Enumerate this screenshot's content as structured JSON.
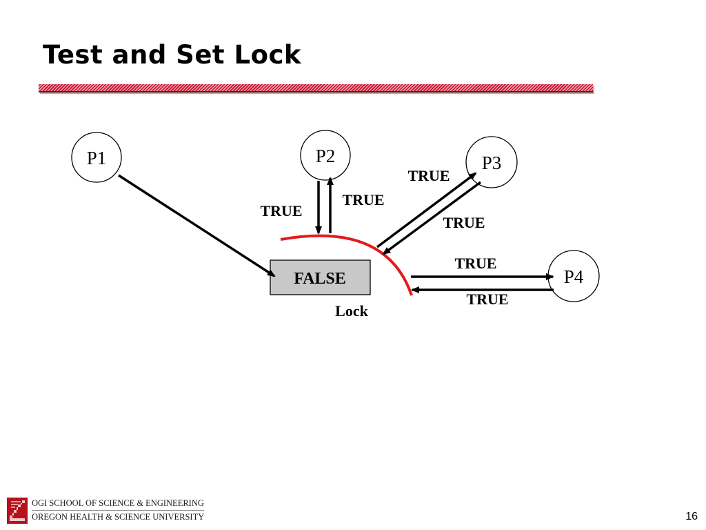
{
  "slide": {
    "title": "Test and Set Lock",
    "page_number": "16"
  },
  "colors": {
    "title_rule": "#c8102e",
    "arc": "#e41b1b",
    "lock_fill": "#c8c8c8"
  },
  "processes": [
    {
      "id": "p1",
      "label": "P1"
    },
    {
      "id": "p2",
      "label": "P2"
    },
    {
      "id": "p3",
      "label": "P3"
    },
    {
      "id": "p4",
      "label": "P4"
    }
  ],
  "lock": {
    "value": "FALSE",
    "caption": "Lock"
  },
  "edges": [
    {
      "from": "P1",
      "to": "Lock",
      "label": ""
    },
    {
      "from": "P2",
      "to": "Lock",
      "label": "TRUE"
    },
    {
      "from": "Lock",
      "to": "P2",
      "label": "TRUE"
    },
    {
      "from": "Lock",
      "to": "P3",
      "label": "TRUE"
    },
    {
      "from": "P3",
      "to": "Lock",
      "label": "TRUE"
    },
    {
      "from": "Lock",
      "to": "P4",
      "label": "TRUE"
    },
    {
      "from": "P4",
      "to": "Lock",
      "label": "TRUE"
    }
  ],
  "footer": {
    "line1": "OGI SCHOOL OF SCIENCE & ENGINEERING",
    "line2": "OREGON HEALTH & SCIENCE UNIVERSITY",
    "logo_icon": "ohsu-logo-icon"
  }
}
